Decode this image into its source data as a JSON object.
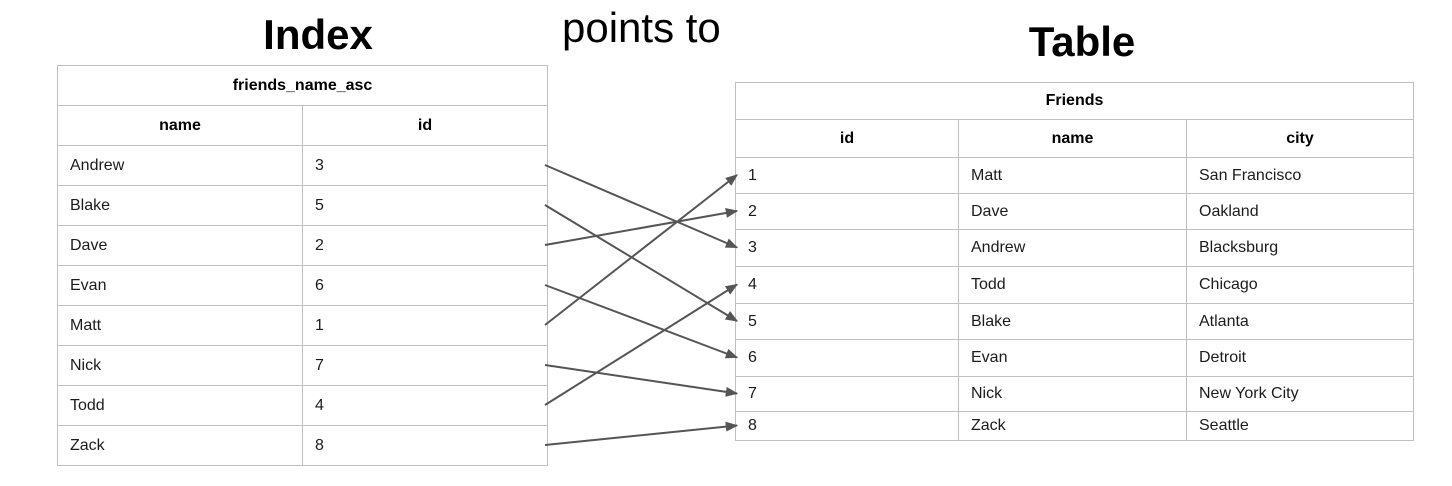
{
  "titles": {
    "index": "Index",
    "points_to": "points to",
    "table": "Table"
  },
  "index_table": {
    "title": "friends_name_asc",
    "columns": [
      "name",
      "id"
    ],
    "rows": [
      {
        "name": "Andrew",
        "id": 3
      },
      {
        "name": "Blake",
        "id": 5
      },
      {
        "name": "Dave",
        "id": 2
      },
      {
        "name": "Evan",
        "id": 6
      },
      {
        "name": "Matt",
        "id": 1
      },
      {
        "name": "Nick",
        "id": 7
      },
      {
        "name": "Todd",
        "id": 4
      },
      {
        "name": "Zack",
        "id": 8
      }
    ]
  },
  "friends_table": {
    "title": "Friends",
    "columns": [
      "id",
      "name",
      "city"
    ],
    "rows": [
      {
        "id": 1,
        "name": "Matt",
        "city": "San Francisco"
      },
      {
        "id": 2,
        "name": "Dave",
        "city": "Oakland"
      },
      {
        "id": 3,
        "name": "Andrew",
        "city": "Blacksburg"
      },
      {
        "id": 4,
        "name": "Todd",
        "city": "Chicago"
      },
      {
        "id": 5,
        "name": "Blake",
        "city": "Atlanta"
      },
      {
        "id": 6,
        "name": "Evan",
        "city": "Detroit"
      },
      {
        "id": 7,
        "name": "Nick",
        "city": "New York City"
      },
      {
        "id": 8,
        "name": "Zack",
        "city": "Seattle"
      }
    ]
  },
  "colors": {
    "arrow": "#555555",
    "border": "#bfbfbf",
    "text": "#000000"
  }
}
